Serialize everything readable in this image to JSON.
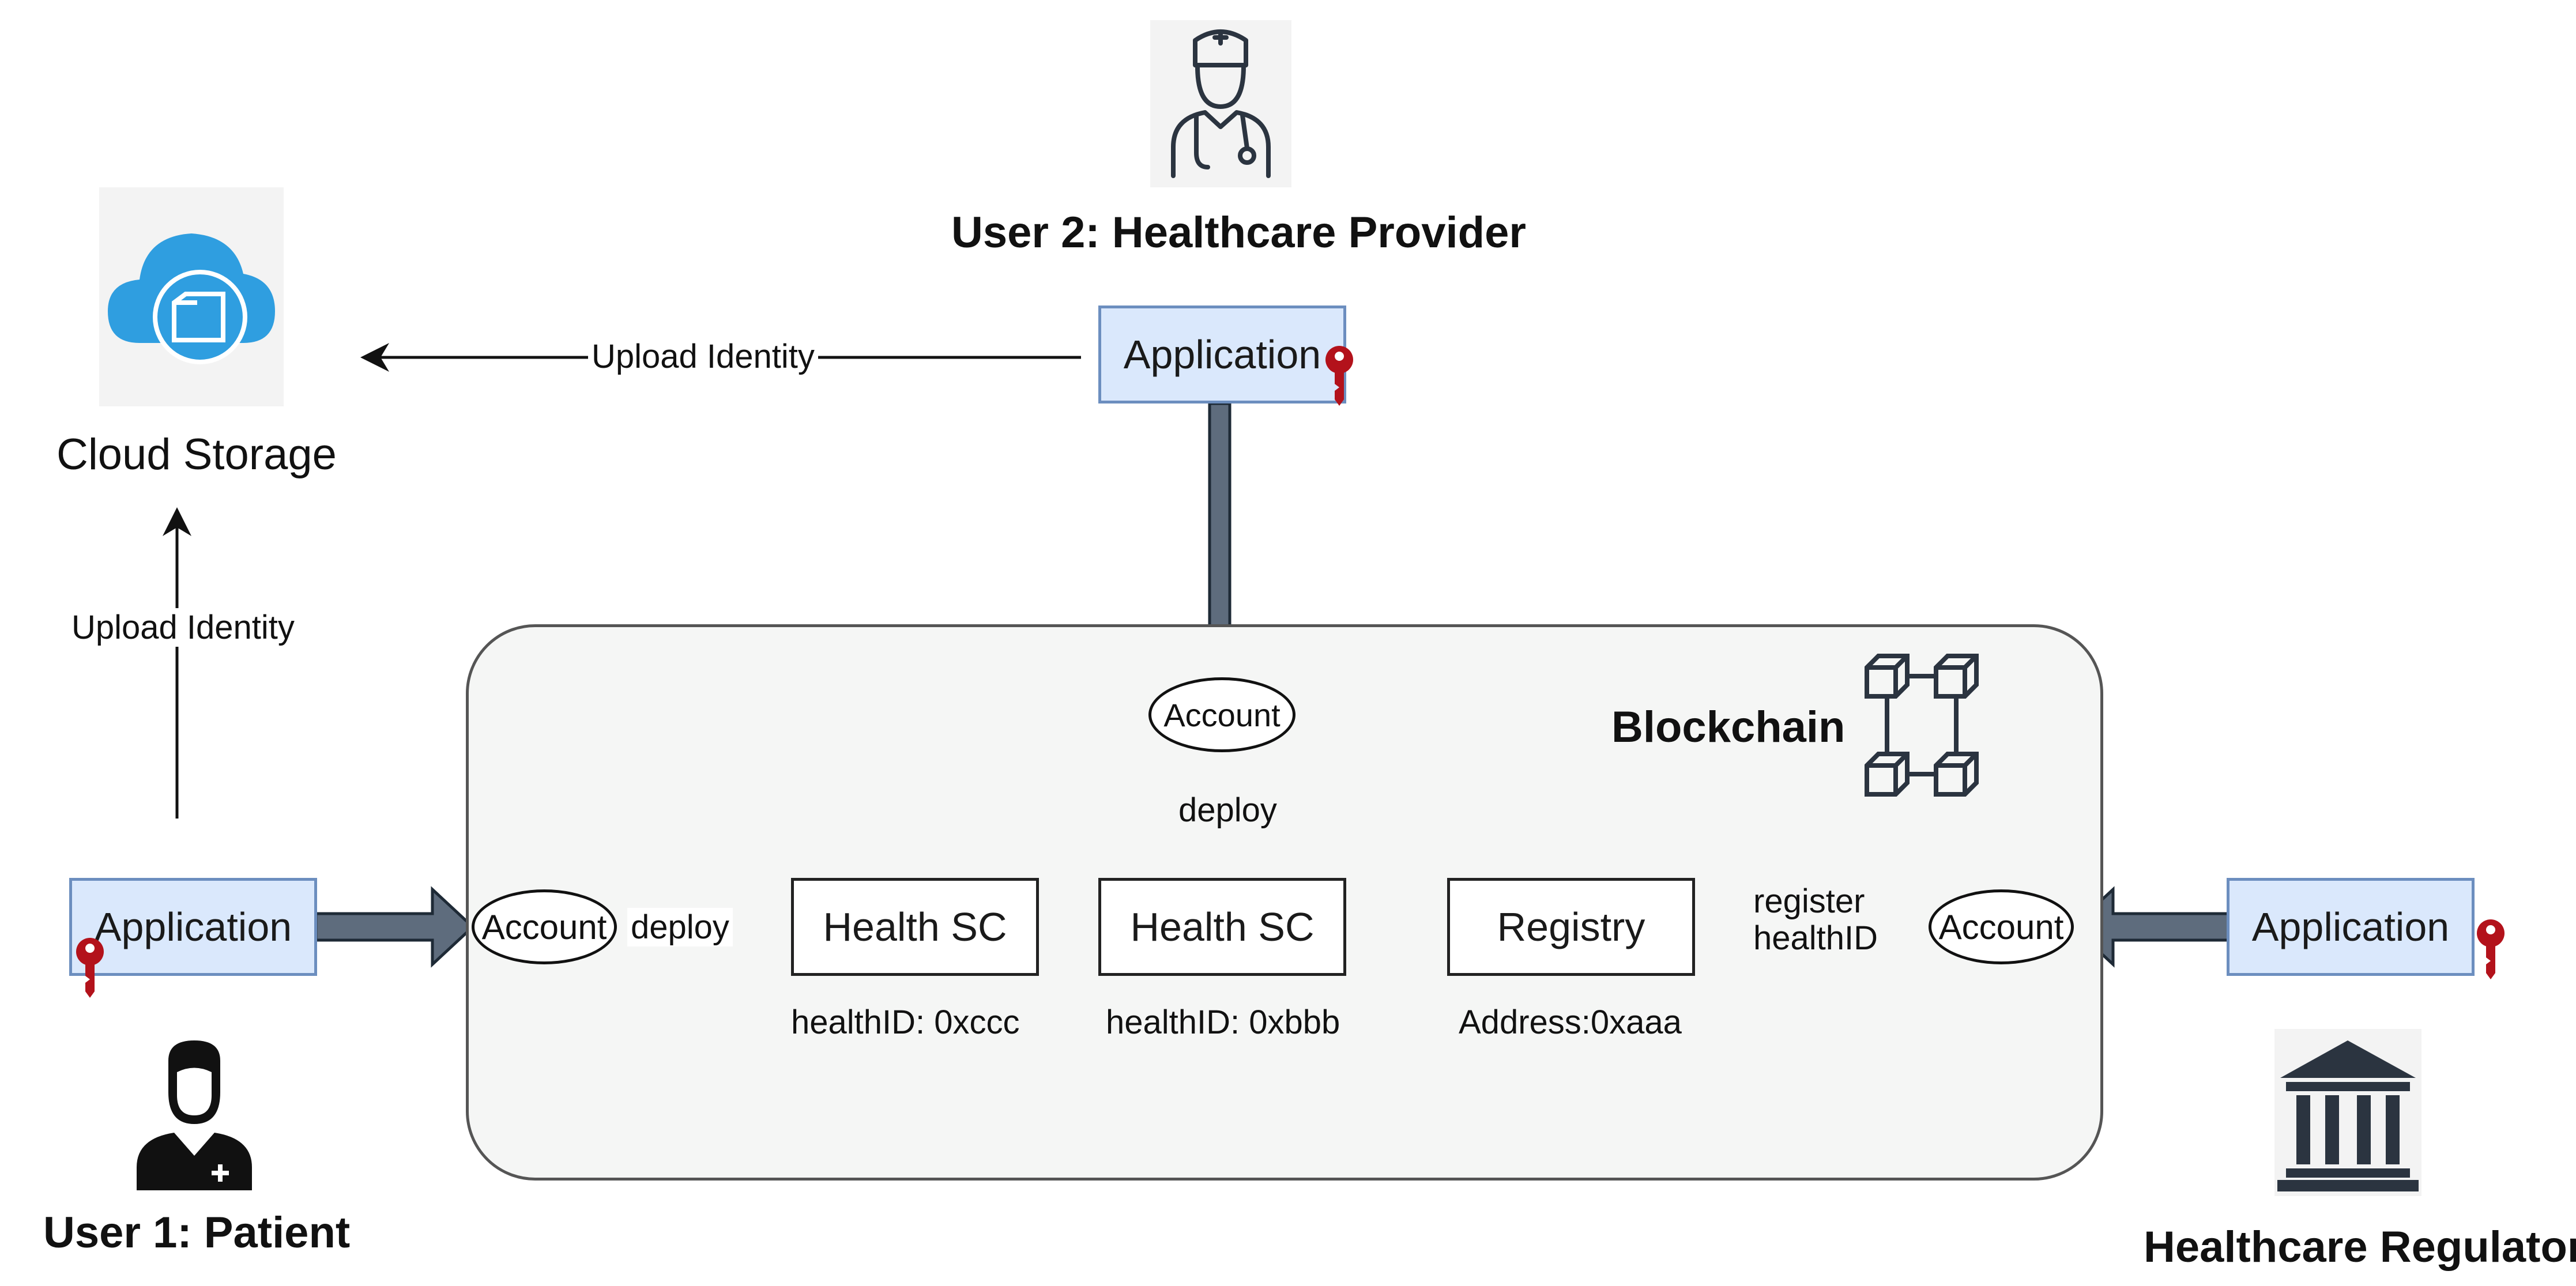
{
  "actors": {
    "provider": {
      "label": "User 2: Healthcare Provider",
      "icon": "doctor-icon"
    },
    "patient": {
      "label": "User 1: Patient",
      "icon": "patient-icon"
    },
    "regulator": {
      "label": "Healthcare Regulator",
      "icon": "institution-icon"
    }
  },
  "cloud": {
    "label": "Cloud Storage",
    "icon": "cloud-folder-icon"
  },
  "applications": {
    "provider": "Application",
    "patient": "Application",
    "regulator": "Application",
    "key_icon": "key-icon"
  },
  "blockchain": {
    "label": "Blockchain",
    "icon": "blockchain-icon"
  },
  "accounts": {
    "provider": "Account",
    "patient": "Account",
    "regulator": "Account"
  },
  "contracts": {
    "patient_sc": {
      "label": "Health SC",
      "id": "healthID: 0xccc"
    },
    "provider_sc": {
      "label": "Health SC",
      "id": "healthID: 0xbbb"
    },
    "registry": {
      "label": "Registry",
      "address": "Address:0xaaa"
    }
  },
  "edges": {
    "provider_upload": "Upload Identity",
    "patient_upload": "Upload Identity",
    "patient_deploy": "deploy",
    "provider_deploy": "deploy",
    "register_line1": "register",
    "register_line2": "healthID"
  },
  "colors": {
    "app_fill": "#dae8fc",
    "app_border": "#6c8ebf",
    "thick_arrow": "#5e6c7d",
    "cloud_blue": "#2f9ee0",
    "key_red": "#b3121b",
    "panel_fill": "#f5f6f5"
  }
}
